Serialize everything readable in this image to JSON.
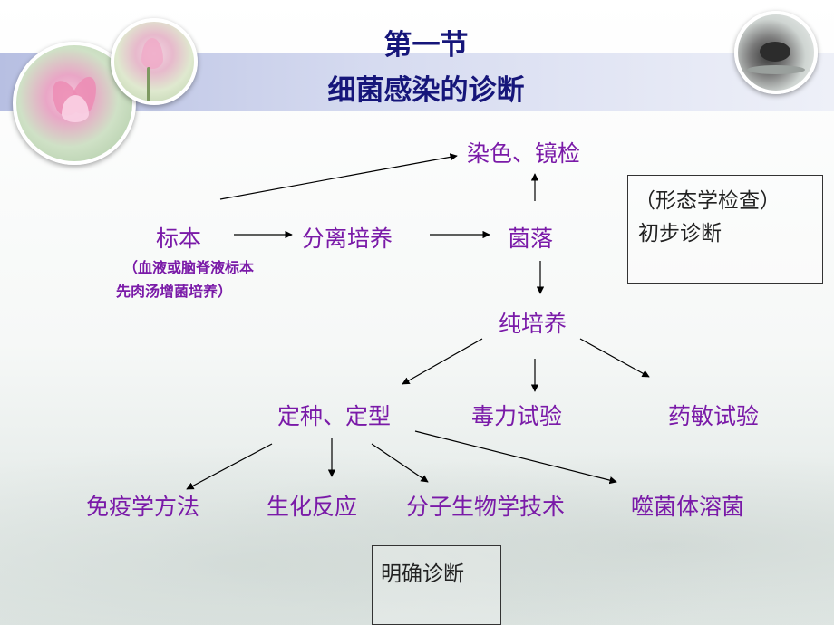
{
  "title": {
    "line1": "第一节",
    "line2": "细菌感染的诊断"
  },
  "nodes": {
    "specimen": "标本",
    "specimen_note_1": "（血液或脑脊液标本",
    "specimen_note_2": "先肉汤增菌培养）",
    "isolation": "分离培养",
    "colony": "菌落",
    "stain": "染色、镜检",
    "pure_culture": "纯培养",
    "identify": "定种、定型",
    "virulence": "毒力试验",
    "drug_sensitivity": "药敏试验",
    "immunology": "免疫学方法",
    "biochem": "生化反应",
    "molecular": "分子生物学技术",
    "phage": "噬菌体溶菌"
  },
  "boxes": {
    "preliminary_line1": "（形态学检查）",
    "preliminary_line2": "初步诊断",
    "definitive": "明确诊断"
  },
  "colors": {
    "title": "#16167a",
    "node": "#7a1aa8",
    "arrow": "#000000",
    "band": "#c4cae8"
  }
}
